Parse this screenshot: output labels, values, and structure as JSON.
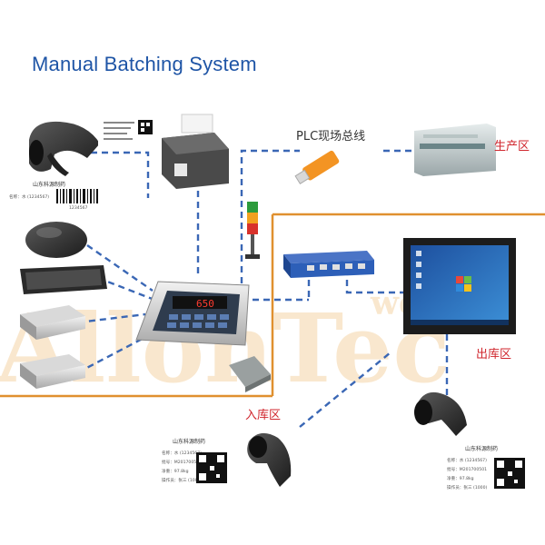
{
  "title": "Manual Batching System",
  "labels": {
    "plc_bus": "PLC现场总线",
    "production_zone": "生产区",
    "outbound_zone": "出库区",
    "inbound_zone": "入库区",
    "indicator_display": "650"
  },
  "label_cards": {
    "top": {
      "company": "山东科源制药",
      "name_label": "名称：",
      "name_value": "水 (1234567)",
      "barcode_number": "1234567"
    },
    "bottom_left": {
      "company": "山东科源制药",
      "lines": [
        "名称：水 (1234567)",
        "批号：M201700501",
        "净重：97.8kg",
        "操作员：张三 (1000)"
      ]
    },
    "bottom_right": {
      "company": "山东科源制药",
      "lines": [
        "名称：水 (1234567)",
        "批号：M201700501",
        "净重：97.8kg",
        "操作员：张三 (1000)"
      ]
    }
  },
  "watermark": {
    "text_a": "AllonTec",
    "text_b": "web"
  },
  "colors": {
    "title": "#1f55a6",
    "connector": "#3a67b5",
    "zone_line": "#e0902f",
    "zone_text": "#d0262d",
    "watermark": "#f2cc93"
  }
}
